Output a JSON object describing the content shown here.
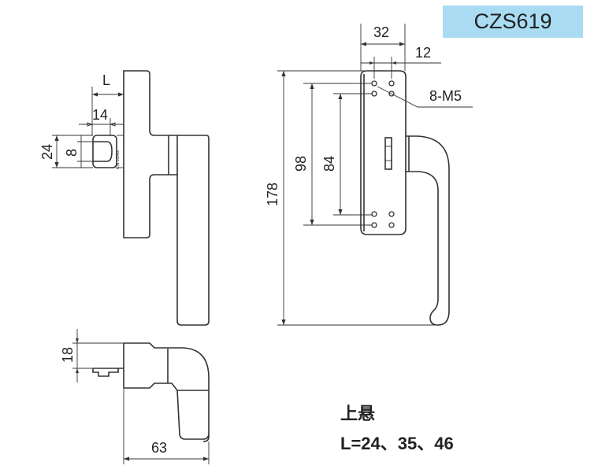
{
  "model_code": "CZS619",
  "dimensions": {
    "L": "L",
    "d14": "14",
    "d24": "24",
    "d8": "8",
    "d32": "32",
    "d12": "12",
    "holes": "8-M5",
    "d178": "178",
    "d98": "98",
    "d84": "84",
    "d18": "18",
    "d63": "63"
  },
  "engraving": "KIN LONG",
  "notes": {
    "type": "上悬",
    "lengths": "L=24、35、46"
  }
}
